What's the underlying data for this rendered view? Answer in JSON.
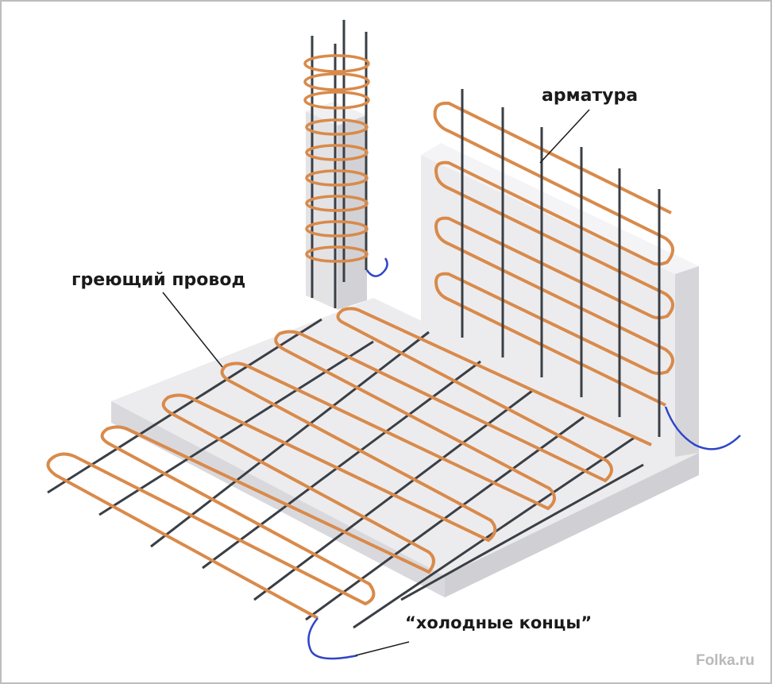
{
  "labels": {
    "rebar": "арматура",
    "heating_wire": "греющий провод",
    "cold_ends": "“холодные концы”"
  },
  "watermark": "Folka.ru",
  "colors": {
    "background": "#ffffff",
    "border": "#bdbdbd",
    "concrete_top": "#e9e9ec",
    "concrete_side": "#d8d8dc",
    "concrete_shadow": "#c8c8cc",
    "heating_wire": "#d98a4a",
    "rebar": "#3a3f45",
    "cold_end": "#2f45c8",
    "leader": "#1a1a1a"
  }
}
